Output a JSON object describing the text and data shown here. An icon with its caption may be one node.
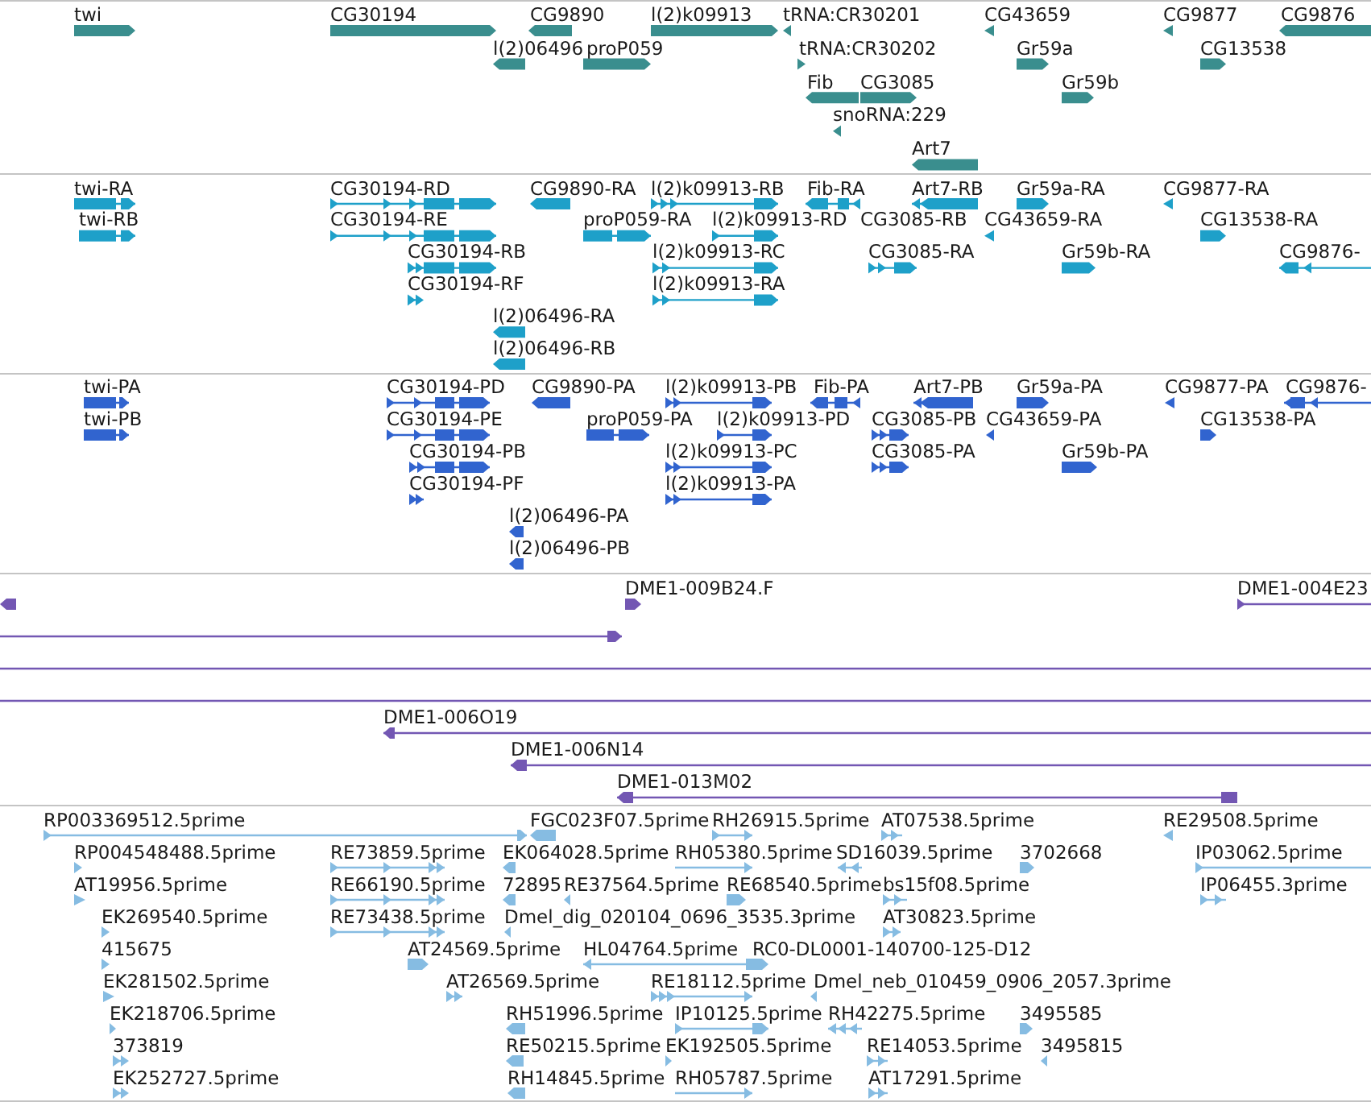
{
  "diagram": {
    "labels": [
      "twi",
      "CG30194",
      "CG9890",
      "l(2)k09913",
      "tRNA:CR30201",
      "CG43659",
      "CG9877",
      "CG9876",
      "l(2)06496",
      "proP059",
      "tRNA:CR30202",
      "Gr59a",
      "CG13538",
      "Fib",
      "CG3085",
      "Gr59b",
      "snoRNA:229",
      "Art7",
      "twi-RA",
      "CG30194-RD",
      "CG9890-RA",
      "l(2)k09913-RB",
      "Fib-RA",
      "Art7-RB",
      "Gr59a-RA",
      "CG9877-RA",
      "twi-RB",
      "CG30194-RE",
      "proP059-RA",
      "l(2)k09913-RD",
      "CG3085-RB",
      "CG43659-RA",
      "CG13538-RA",
      "CG30194-RB",
      "l(2)k09913-RC",
      "CG3085-RA",
      "Gr59b-RA",
      "CG9876-",
      "CG30194-RF",
      "l(2)k09913-RA",
      "l(2)06496-RA",
      "l(2)06496-RB",
      "twi-PA",
      "CG30194-PD",
      "CG9890-PA",
      "l(2)k09913-PB",
      "Fib-PA",
      "Art7-PB",
      "Gr59a-PA",
      "CG9877-PA",
      "CG9876-",
      "twi-PB",
      "CG30194-PE",
      "proP059-PA",
      "l(2)k09913-PD",
      "CG3085-PB",
      "CG43659-PA",
      "CG13538-PA",
      "CG30194-PB",
      "l(2)k09913-PC",
      "CG3085-PA",
      "Gr59b-PA",
      "CG30194-PF",
      "l(2)k09913-PA",
      "l(2)06496-PA",
      "l(2)06496-PB",
      "DME1-009B24.F",
      "DME1-004E23",
      "DME1-006O19",
      "DME1-006N14",
      "DME1-013M02",
      "RP003369512.5prime",
      "FGC023F07.5prime",
      "RH26915.5prime",
      "AT07538.5prime",
      "RE29508.5prime",
      "RP004548488.5prime",
      "RE73859.5prime",
      "EK064028.5prime",
      "RH05380.5prime",
      "SD16039.5prime",
      "3702668",
      "IP03062.5prime",
      "AT19956.5prime",
      "RE66190.5prime",
      "72895",
      "RE37564.5prime",
      "RE68540.5prime",
      "bs15f08.5prime",
      "IP06455.3prime",
      "EK269540.5prime",
      "RE73438.5prime",
      "Dmel_dig_020104_0696_3535.3prime",
      "AT30823.5prime",
      "415675",
      "AT24569.5prime",
      "HL04764.5prime",
      "RC0-DL0001-140700-125-D12",
      "EK281502.5prime",
      "AT26569.5prime",
      "RE18112.5prime",
      "Dmel_neb_010459_0906_2057.3prime",
      "EK218706.5prime",
      "RH51996.5prime",
      "IP10125.5prime",
      "RH42275.5prime",
      "3495585",
      "373819",
      "RE50215.5prime",
      "EK192505.5prime",
      "RE14053.5prime",
      "3495815",
      "EK252727.5prime",
      "RH14845.5prime",
      "RH05787.5prime",
      "AT17291.5prime"
    ]
  }
}
